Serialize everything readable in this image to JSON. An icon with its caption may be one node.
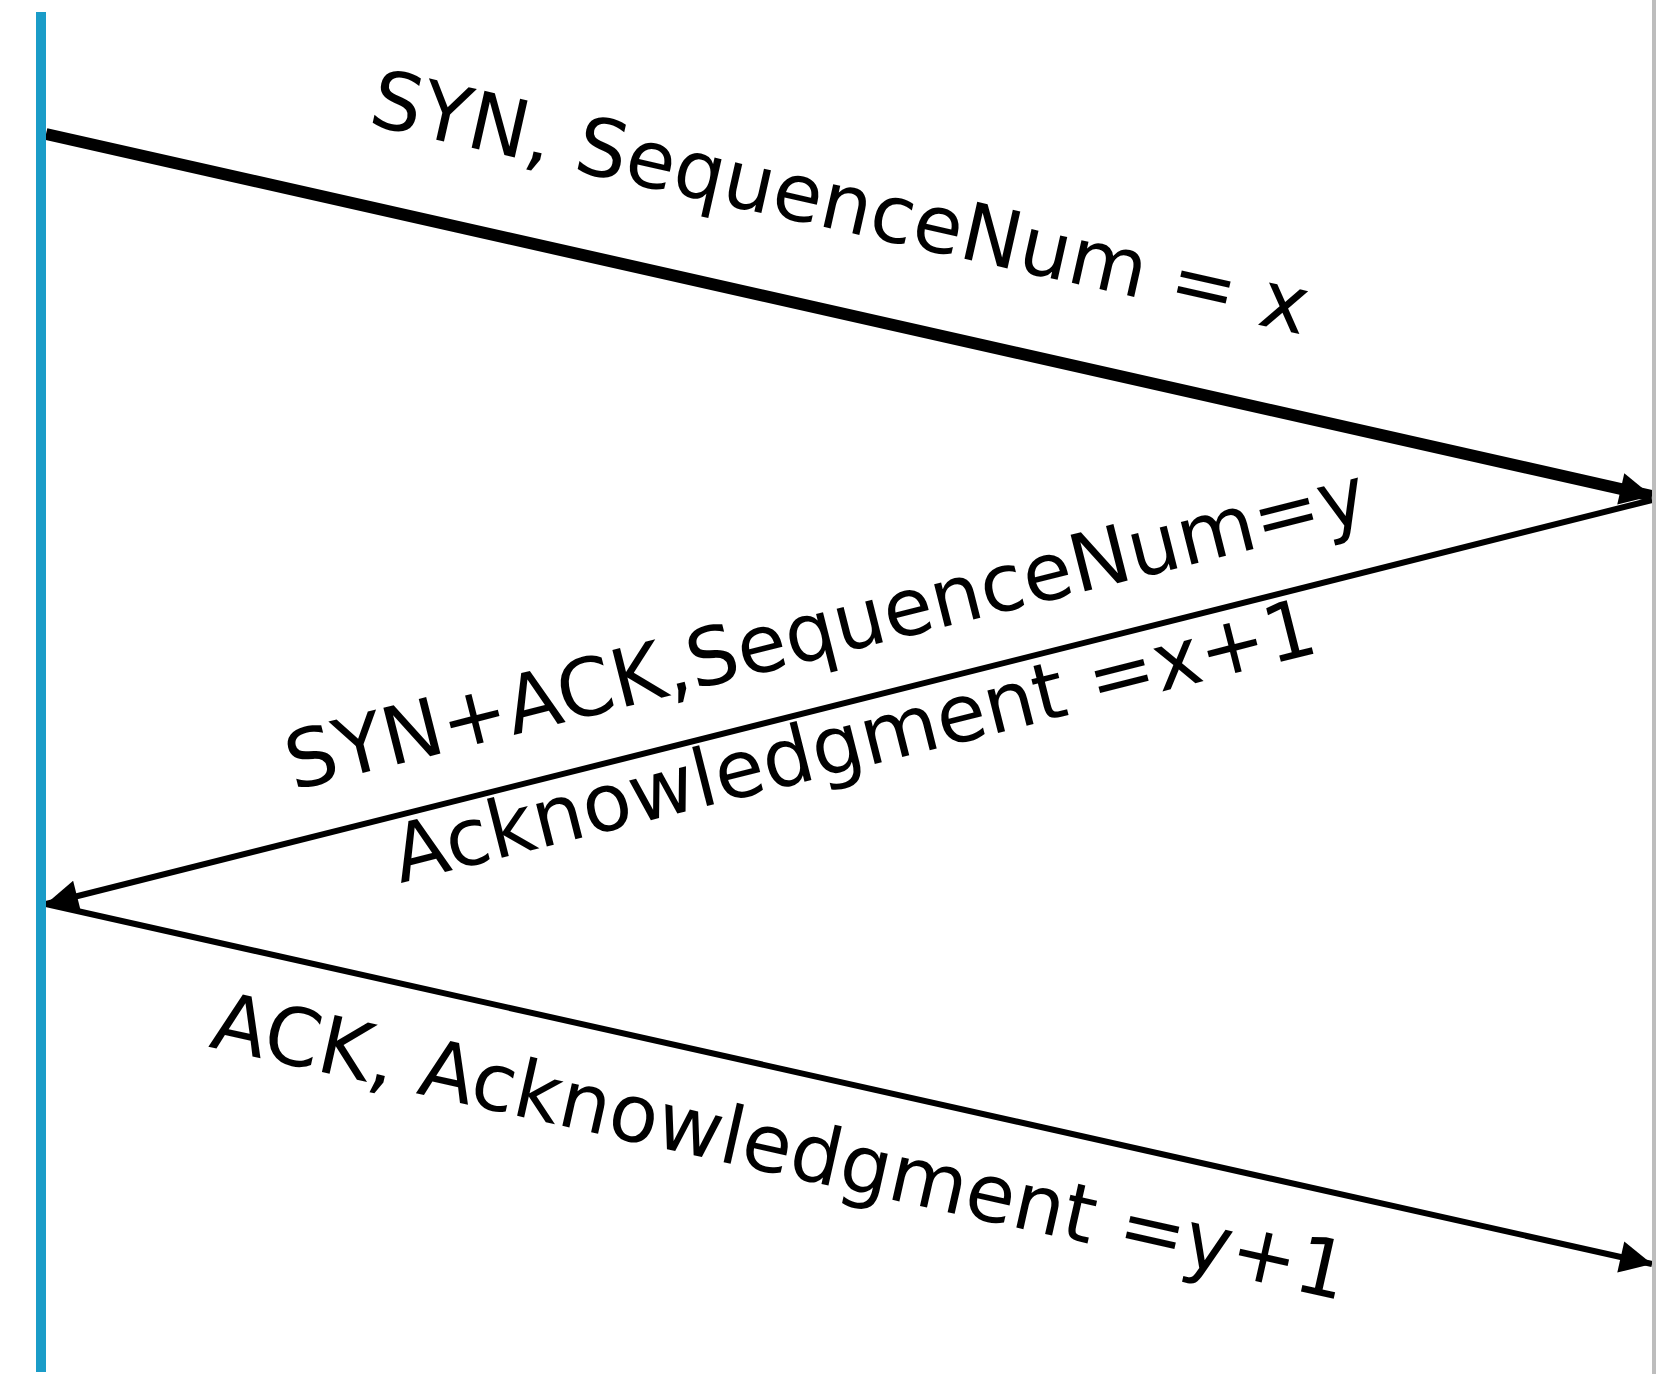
{
  "diagram": {
    "nodes": [
      {
        "text": [],
        "shape": "bar"
      },
      {
        "text": [],
        "shape": "bar"
      }
    ],
    "edges": [
      {
        "from": 0,
        "to": 1,
        "arrow": "to",
        "label": "SYN, SequenceNum = x",
        "style": "thick"
      },
      {
        "from": 1,
        "to": 0,
        "arrow": "to",
        "label": "SYN+ACK,SequenceNum=y Acknowledgment =x+1"
      },
      {
        "from": 0,
        "to": 1,
        "arrow": "to",
        "label": "ACK, Acknowledgment =y+1"
      }
    ]
  }
}
